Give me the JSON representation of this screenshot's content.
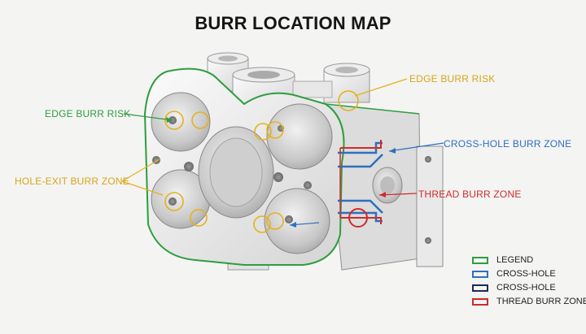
{
  "title": "BURR LOCATION MAP",
  "callouts": {
    "edge_left": "EDGE BURR RISK",
    "edge_right": "EDGE BURR RISK",
    "hole_exit": "HOLE-EXIT BURR ZONE",
    "cross_hole": "CROSS-HOLE BURR ZONE",
    "thread": "THREAD BURR ZONE"
  },
  "legend": [
    {
      "label": "LEGEND",
      "color": "#2e9e3e"
    },
    {
      "label": "CROSS-HOLE",
      "color": "#2f6fc0"
    },
    {
      "label": "CROSS-HOLE",
      "color": "#1e2a55"
    },
    {
      "label": "THREAD BURR ZONE",
      "color": "#d02a2a"
    }
  ],
  "colors": {
    "edge": "#2e9e3e",
    "hole_exit": "#e3b21e",
    "cross_hole": "#2f6fc0",
    "thread": "#d02a2a"
  }
}
